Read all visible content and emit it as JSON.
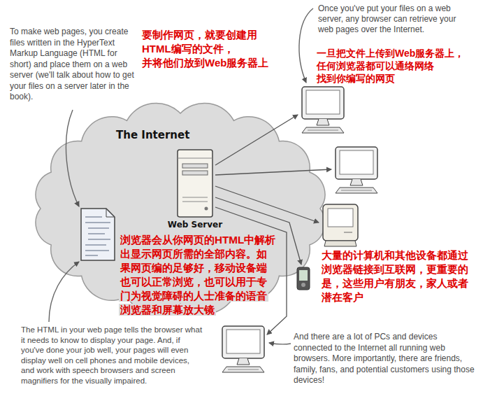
{
  "diagram": {
    "nodes": [
      {
        "text": [
          "The Internet"
        ]
      },
      {
        "text": [
          "Web Server"
        ],
        "in": 0
      }
    ],
    "labels": [
      "To make web pages, you create files written in the HyperText Markup Language (HTML for short) and place them on a web server (we'll talk about how to get your files on a server later in the book).",
      "要制作网页，就要创建用 HTML编写的文件， 并将他们放到Web服务器上",
      "Once you've put your files on a web server, any browser can retrieve your web pages over the Internet.",
      "一旦把文件上传到Web服务器上， 任何浏览器都可以通络网络 找到你编写的网页",
      "浏览器会从你网页的HTML中解析 出显示网页所需的全部内容。如 果网页编的足够好，移动设备端 也可以正常浏览，也可以用于专 门为视觉障碍的人士准备的语音 浏览器和屏幕放大镜",
      "大量的计算机和其他设备都通过 浏览器链接到互联网，更重要的 是，这些用户有朋友，家人或者 潜在客户",
      "The HTML in your web page tells the browser what it needs to know to display your page. And, if you've done your job well, your pages will even display well on cell phones and mobile devices, and work with speech browsers and screen magnifiers for the visually impaired.",
      "And there are a lot of PCs and devices connected to the Internet all running web browsers. More importantly, there are friends, family, fans, and potential customers using those devices!"
    ]
  }
}
